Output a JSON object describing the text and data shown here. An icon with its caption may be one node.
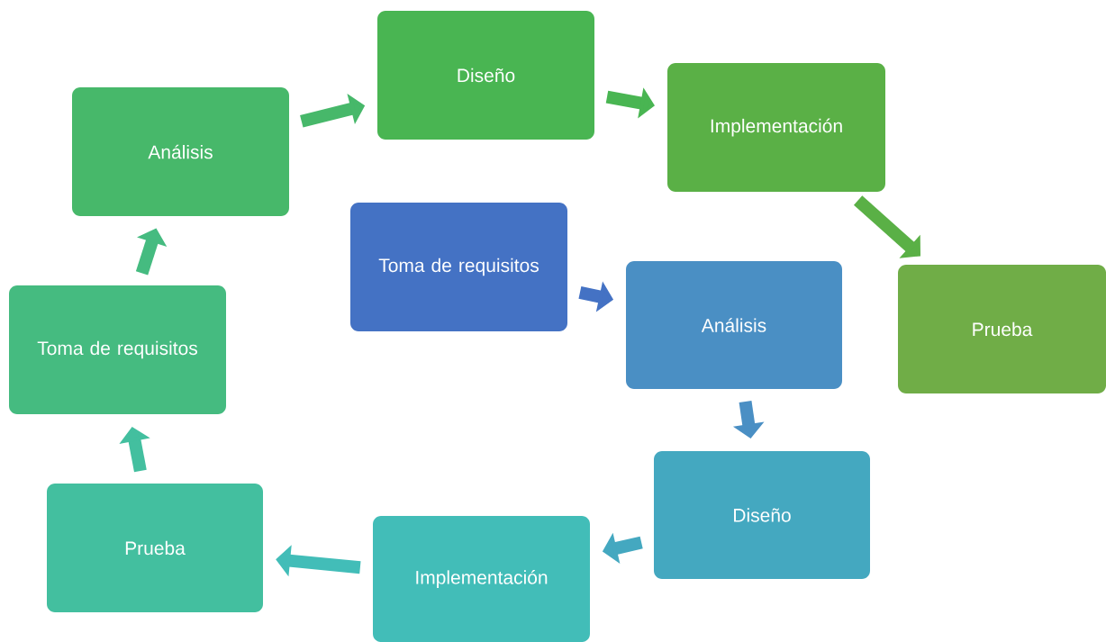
{
  "diagram": {
    "nodes": [
      {
        "text": [
          "Toma de requisitos"
        ]
      },
      {
        "text": [
          "Análisis"
        ]
      },
      {
        "text": [
          "Diseño"
        ]
      },
      {
        "text": [
          "Implementación"
        ]
      },
      {
        "text": [
          "Prueba"
        ]
      },
      {
        "text": [
          "Toma de requisitos"
        ]
      },
      {
        "text": [
          "Análisis"
        ]
      },
      {
        "text": [
          "Diseño"
        ]
      },
      {
        "text": [
          "Implementación"
        ]
      },
      {
        "text": [
          "Prueba"
        ]
      }
    ],
    "edges": [
      {
        "from": 0,
        "to": 1,
        "arrow": "to",
        "color": "#4472c4"
      },
      {
        "from": 1,
        "to": 2,
        "arrow": "to",
        "color": "#4a8fc4"
      },
      {
        "from": 2,
        "to": 3,
        "arrow": "to",
        "color": "#44a8c0"
      },
      {
        "from": 3,
        "to": 4,
        "arrow": "to",
        "color": "#42bdb8"
      },
      {
        "from": 4,
        "to": 5,
        "arrow": "to",
        "color": "#43bf9f"
      },
      {
        "from": 5,
        "to": 6,
        "arrow": "to",
        "color": "#45bb80"
      },
      {
        "from": 6,
        "to": 7,
        "arrow": "to",
        "color": "#47b86a"
      },
      {
        "from": 7,
        "to": 8,
        "arrow": "to",
        "color": "#49b552"
      },
      {
        "from": 8,
        "to": 9,
        "arrow": "to",
        "color": "#5ab046"
      }
    ]
  }
}
